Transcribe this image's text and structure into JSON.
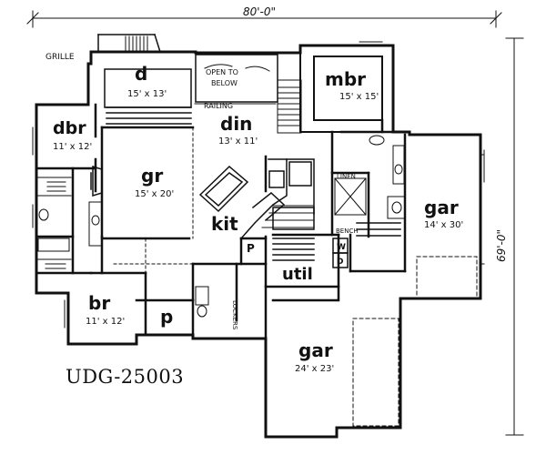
{
  "overall": {
    "width": "80'-0\"",
    "depth": "69'-0\""
  },
  "plan_code": "UDG-25003",
  "notes": {
    "grille": "GRILLE",
    "open_to_below": "OPEN TO\nBELOW",
    "railing": "RAILING",
    "linen": "LINEN",
    "bench": "BENCH",
    "lockers": "LOCKERS"
  },
  "rooms": {
    "d": {
      "name": "d",
      "size": "15' x 13'"
    },
    "mbr": {
      "name": "mbr",
      "size": "15' x 15'"
    },
    "dbr": {
      "name": "dbr",
      "size": "11' x 12'"
    },
    "din": {
      "name": "din",
      "size": "13' x 11'"
    },
    "gr": {
      "name": "gr",
      "size": "15' x 20'"
    },
    "kit": {
      "name": "kit"
    },
    "gar1": {
      "name": "gar",
      "size": "14' x 30'"
    },
    "br": {
      "name": "br",
      "size": "11' x 12'"
    },
    "p": {
      "name": "p"
    },
    "p_small": {
      "name": "P"
    },
    "w": {
      "name": "W"
    },
    "d_small": {
      "name": "D"
    },
    "util": {
      "name": "util"
    },
    "gar2": {
      "name": "gar",
      "size": "24' x 23'"
    }
  }
}
